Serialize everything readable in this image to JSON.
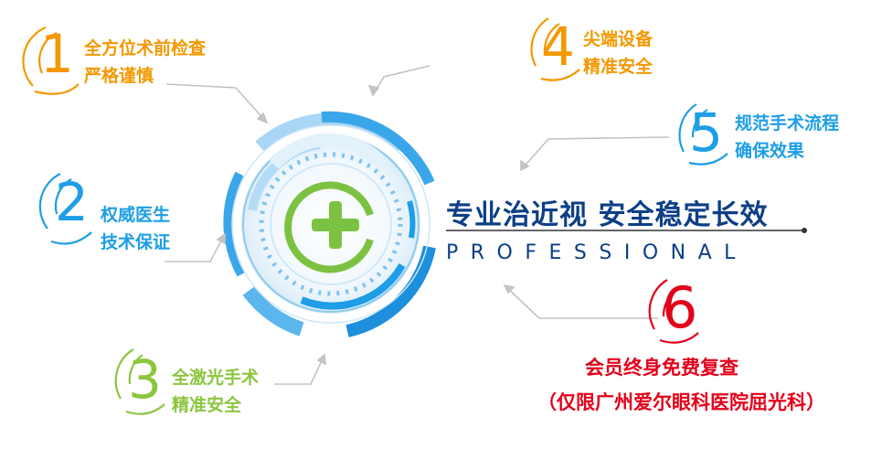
{
  "headline": "专业治近视  安全稳定长效",
  "subheadline": "PROFESSIONAL",
  "colors": {
    "orange": "#f39800",
    "blue": "#1d9ee6",
    "green": "#8cc63f",
    "red": "#e2001a",
    "navy": "#0d3f86",
    "logo_green": "#7cc242"
  },
  "logo": {
    "icon": "plus-circle-logo-icon"
  },
  "features": [
    {
      "number": "1",
      "line1": "全方位术前检查",
      "line2": "严格谨慎"
    },
    {
      "number": "2",
      "line1": "权威医生",
      "line2": "技术保证"
    },
    {
      "number": "3",
      "line1": "全激光手术",
      "line2": "精准安全"
    },
    {
      "number": "4",
      "line1": "尖端设备",
      "line2": "精准安全"
    },
    {
      "number": "5",
      "line1": "规范手术流程",
      "line2": "确保效果"
    },
    {
      "number": "6",
      "line1": "会员终身免费复查",
      "line2": "（仅限广州爱尔眼科医院屈光科）"
    }
  ]
}
